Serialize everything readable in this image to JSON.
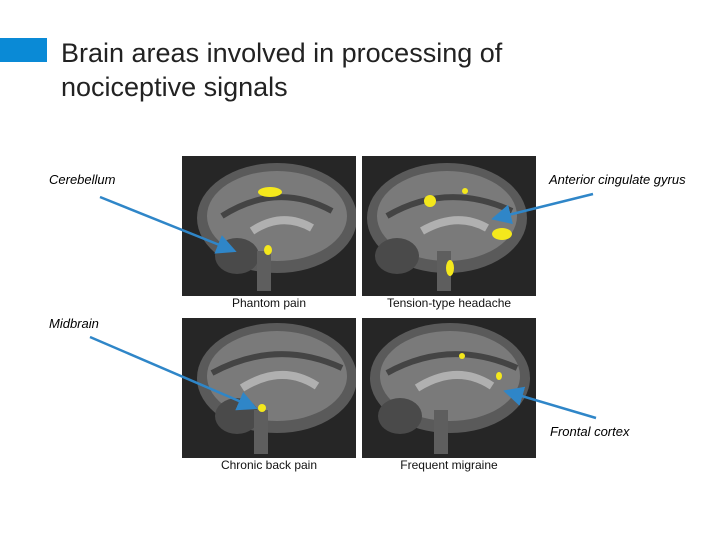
{
  "slide": {
    "title_line1": "Brain areas involved in processing of",
    "title_line2": "nociceptive signals",
    "accent_color": "#0a8ad6"
  },
  "labels": {
    "cerebellum": "Cerebellum",
    "anterior_cingulate": "Anterior cingulate gyrus",
    "midbrain": "Midbrain",
    "frontal_cortex": "Frontal cortex"
  },
  "panels": [
    {
      "caption": "Phantom pain",
      "image": "mri-sagittal-scan"
    },
    {
      "caption": "Tension-type headache",
      "image": "mri-sagittal-scan"
    },
    {
      "caption": "Chronic back pain",
      "image": "mri-sagittal-scan"
    },
    {
      "caption": "Frequent migraine",
      "image": "mri-sagittal-scan"
    }
  ],
  "colors": {
    "arrow": "#2f86c8",
    "activation": "#f4e81c",
    "scan_dark": "#1e1e1e",
    "scan_mid": "#6e6e6e"
  }
}
